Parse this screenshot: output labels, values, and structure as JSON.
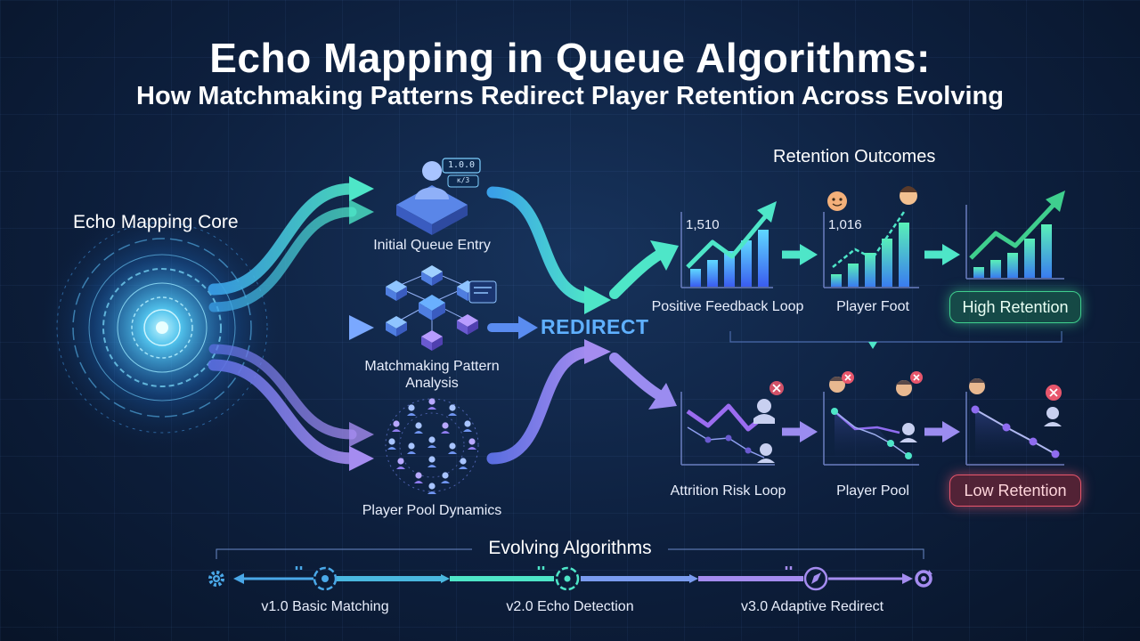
{
  "title": "Echo Mapping in Queue Algorithms:",
  "subtitle": "How Matchmaking Patterns Redirect Player Retention Across Evolving",
  "core": {
    "label": "Echo Mapping Core"
  },
  "stages": [
    {
      "label": "Initial Queue Entry",
      "icon": "user-laptop-icon",
      "badge_top": "1.0.0",
      "badge_bottom": "ĸ/3"
    },
    {
      "label": "Matchmaking Pattern Analysis",
      "icon": "network-cubes-icon"
    },
    {
      "label": "Player Pool Dynamics",
      "icon": "people-cluster-icon"
    }
  ],
  "redirect_label": "REDIRECT",
  "retention": {
    "title": "Retention Outcomes",
    "positive": [
      {
        "label": "Positive Feedback Loop",
        "stat": "1,510",
        "icon": "growth-chart-icon"
      },
      {
        "label": "Player Foot",
        "stat": "1,016",
        "icon": "growth-chart-icon"
      },
      {
        "label": "",
        "icon": "growth-chart-icon"
      }
    ],
    "negative": [
      {
        "label": "Attrition Risk Loop",
        "icon": "decline-chart-icon"
      },
      {
        "label": "Player Pool",
        "icon": "decline-chart-icon"
      },
      {
        "label": "",
        "icon": "decline-chart-icon"
      }
    ],
    "high": "High Retention",
    "low": "Low Retention",
    "colors": {
      "high": "#3fcf8e",
      "low": "#e8566c",
      "teal": "#4ee6c8",
      "purple": "#9b8cf0",
      "blue": "#5fb0ff"
    }
  },
  "evolution": {
    "title": "Evolving Algorithms",
    "versions": [
      {
        "label": "v1.0 Basic Matching",
        "icon": "target-icon"
      },
      {
        "label": "v2.0 Echo Detection",
        "icon": "radar-icon"
      },
      {
        "label": "v3.0 Adaptive Redirect",
        "icon": "compass-icon"
      }
    ],
    "start_icon": "gear-icon",
    "end_icon": "loop-icon"
  }
}
